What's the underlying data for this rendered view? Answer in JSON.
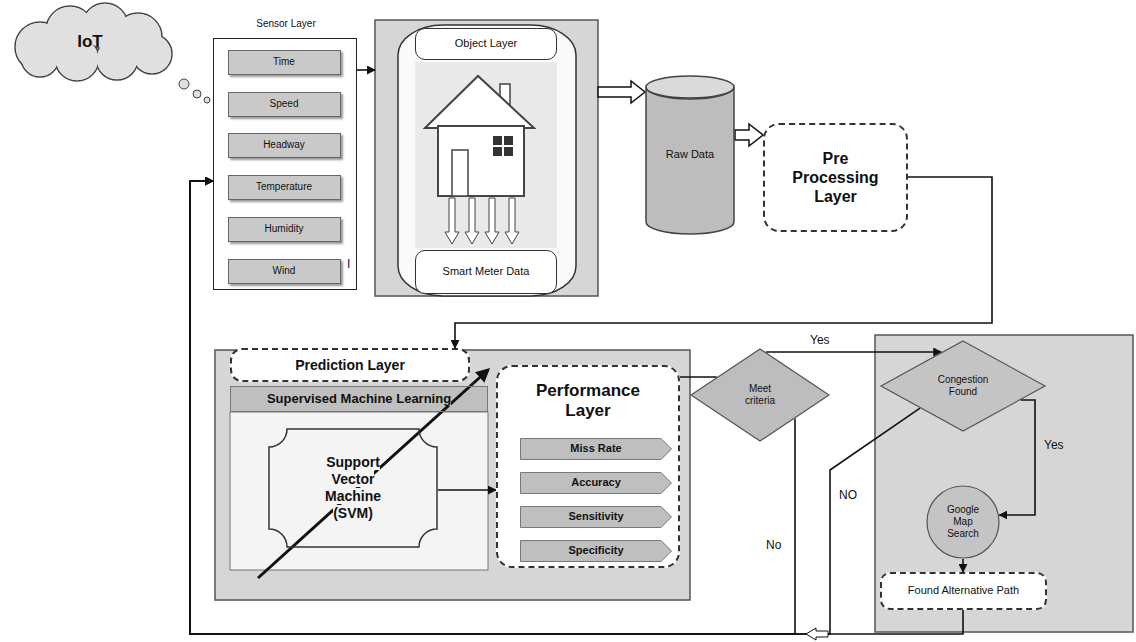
{
  "diagram": {
    "nodes": [
      {
        "text": [
          "IoT"
        ]
      },
      {
        "text": [
          "Sensor Layer"
        ]
      },
      {
        "text": [
          "Time"
        ],
        "in": 1
      },
      {
        "text": [
          "Speed"
        ],
        "in": 1
      },
      {
        "text": [
          "Headway"
        ],
        "in": 1
      },
      {
        "text": [
          "Temperature"
        ],
        "in": 1
      },
      {
        "text": [
          "Humidity"
        ],
        "in": 1
      },
      {
        "text": [
          "Wind"
        ],
        "in": 1
      },
      {
        "text": [
          "Object Layer",
          "Smart Meter Data"
        ]
      },
      {
        "text": [
          "Raw Data"
        ]
      },
      {
        "text": [
          "Pre Processing Layer"
        ]
      },
      {
        "text": [
          "Prediction Layer"
        ]
      },
      {
        "text": [
          "Supervised Machine Learning"
        ]
      },
      {
        "text": [
          "Support Vector Machine (SVM)"
        ]
      },
      {
        "text": [
          "Performance Layer"
        ]
      },
      {
        "text": [
          "Miss Rate"
        ],
        "in": 14
      },
      {
        "text": [
          "Accuracy"
        ],
        "in": 14
      },
      {
        "text": [
          "Sensitivity"
        ],
        "in": 14
      },
      {
        "text": [
          "Specificity"
        ],
        "in": 14
      },
      {
        "text": [
          "Meet criteria"
        ]
      },
      {
        "text": [
          "Congestion Found"
        ]
      },
      {
        "text": [
          "Google Map Search"
        ]
      },
      {
        "text": [
          "Found Alternative Path"
        ]
      }
    ],
    "edges": [
      {
        "from": 1,
        "to": 8,
        "arrow": "to"
      },
      {
        "from": 8,
        "to": 9,
        "arrow": "to"
      },
      {
        "from": 9,
        "to": 10,
        "arrow": "to"
      },
      {
        "from": 10,
        "to": 11,
        "arrow": "to"
      },
      {
        "from": 13,
        "to": 14,
        "arrow": "to"
      },
      {
        "from": 14,
        "to": 19,
        "arrow": "none"
      },
      {
        "from": 19,
        "to": 20,
        "label": "Yes",
        "arrow": "to"
      },
      {
        "from": 20,
        "to": 21,
        "label": "Yes",
        "arrow": "to"
      },
      {
        "from": 21,
        "to": 22,
        "arrow": "to"
      },
      {
        "from": 19,
        "to": 1,
        "label": "No",
        "arrow": "to"
      },
      {
        "from": 20,
        "to": 1,
        "label": "NO",
        "arrow": "to"
      },
      {
        "from": 22,
        "to": 1,
        "arrow": "to"
      }
    ],
    "labels": [
      "I"
    ]
  }
}
